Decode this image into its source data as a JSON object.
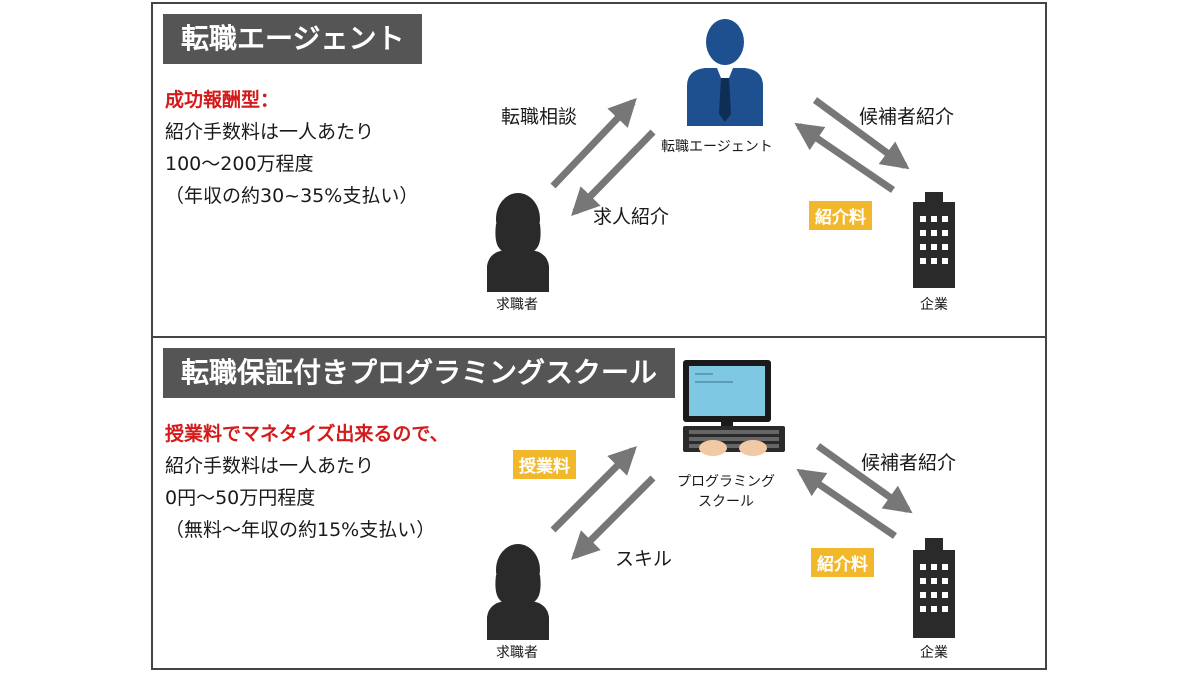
{
  "sections": [
    {
      "title": "転職エージェント",
      "desc": {
        "heading": "成功報酬型：",
        "lines": [
          "紹介手数料は一人あたり",
          "100〜200万程度",
          "（年収の約30~35%支払い）"
        ]
      },
      "center_label": "転職エージェント",
      "left_person_label": "求職者",
      "right_label": "企業",
      "arrow_up_label": "転職相談",
      "arrow_down_label": "求人紹介",
      "right_down_label": "候補者紹介",
      "fee_badge": "紹介料"
    },
    {
      "title": "転職保証付きプログラミングスクール",
      "desc": {
        "heading": "授業料でマネタイズ出来るので、",
        "lines": [
          "紹介手数料は一人あたり",
          "0円〜50万円程度",
          "（無料〜年収の約15%支払い）"
        ]
      },
      "center_label_lines": [
        "プログラミング",
        "スクール"
      ],
      "left_person_label": "求職者",
      "right_label": "企業",
      "tuition_badge": "授業料",
      "arrow_down_label": "スキル",
      "right_down_label": "候補者紹介",
      "fee_badge": "紹介料"
    }
  ],
  "colors": {
    "title_bg": "#555555",
    "accent_red": "#d41a1a",
    "badge": "#f2b82c",
    "agent_blue": "#1e4f8f",
    "arrow": "#777777"
  },
  "icons": [
    "businessman-icon",
    "woman-icon",
    "building-icon",
    "computer-icon"
  ]
}
